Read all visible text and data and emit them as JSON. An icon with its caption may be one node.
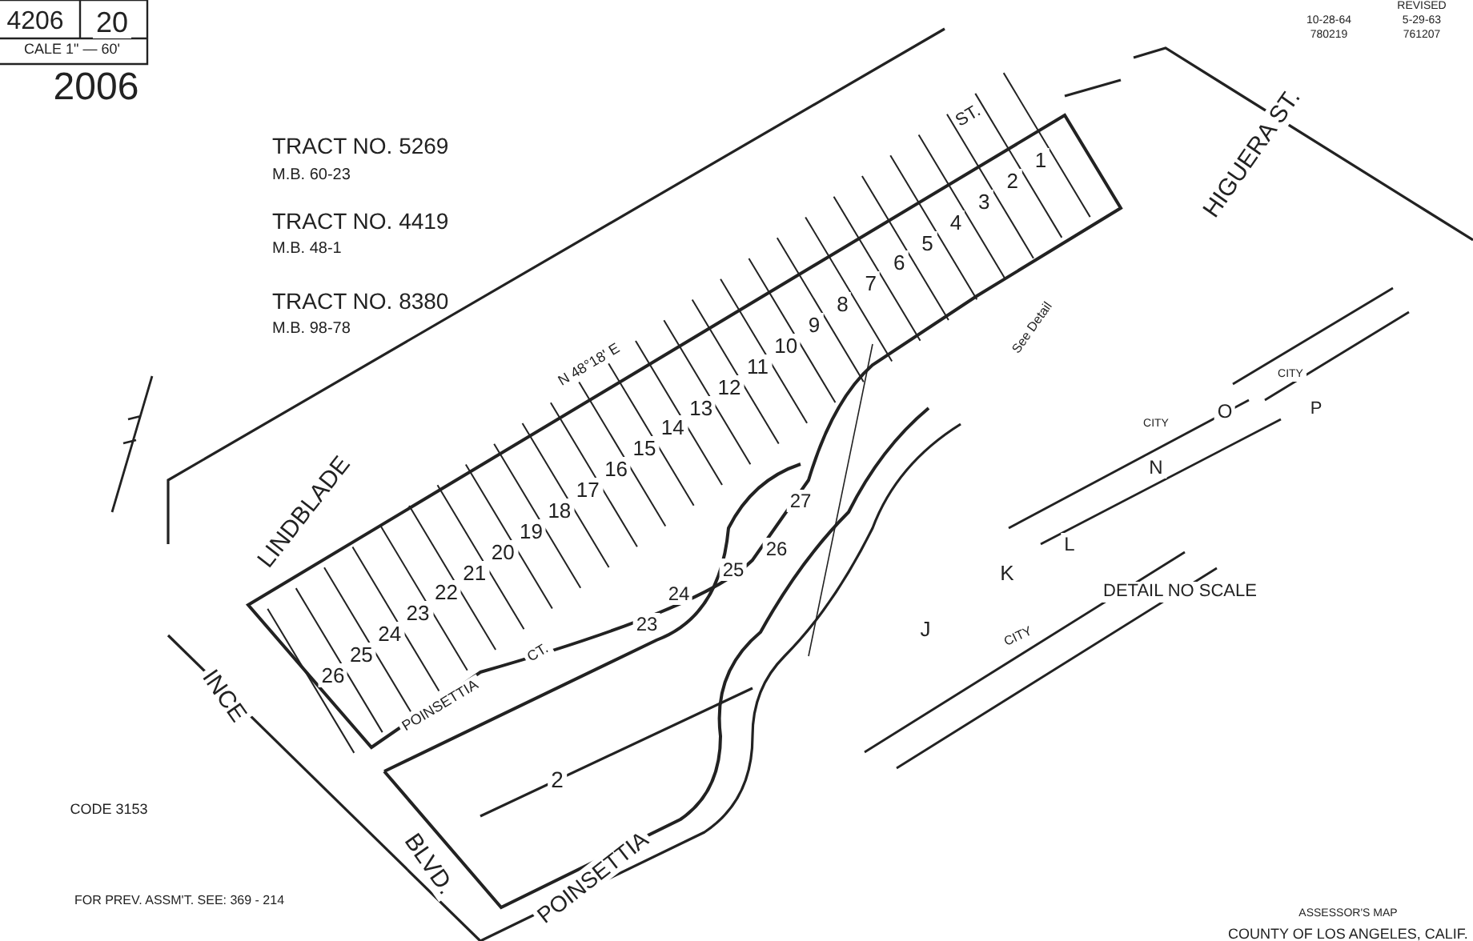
{
  "diagram": {
    "labels": [
      "4206",
      "20",
      "CALE 1\" — 60'",
      "2006",
      "TRACT NO. 5269",
      "M.B. 60-23",
      "TRACT NO. 4419",
      "M.B. 48-1",
      "TRACT NO. 8380",
      "M.B. 98-78",
      "REVISED",
      "10-28-64",
      "5-29-63",
      "780219",
      "761207",
      "LINDBLADE",
      "ST.",
      "HIGUERA ST.",
      "INCE",
      "BLVD.",
      "POINSETTIA",
      "CT.",
      "POINSETTIA",
      "N 48°18' E",
      "See Detail",
      "DETAIL NO SCALE",
      "J",
      "K",
      "L",
      "N",
      "O",
      "P",
      "CITY",
      "CITY",
      "CITY",
      "2",
      "CODE 3153",
      "FOR PREV. ASSM'T. SEE: 369 - 214",
      "ASSESSOR'S MAP",
      "COUNTY OF LOS ANGELES, CALIF.",
      "26",
      "25",
      "24",
      "23",
      "22",
      "21",
      "20",
      "19",
      "18",
      "17",
      "16",
      "15",
      "14",
      "13",
      "12",
      "11",
      "10",
      "9",
      "8",
      "7",
      "6",
      "5",
      "4",
      "3",
      "2",
      "1",
      "23",
      "24",
      "25",
      "26",
      "27"
    ]
  }
}
